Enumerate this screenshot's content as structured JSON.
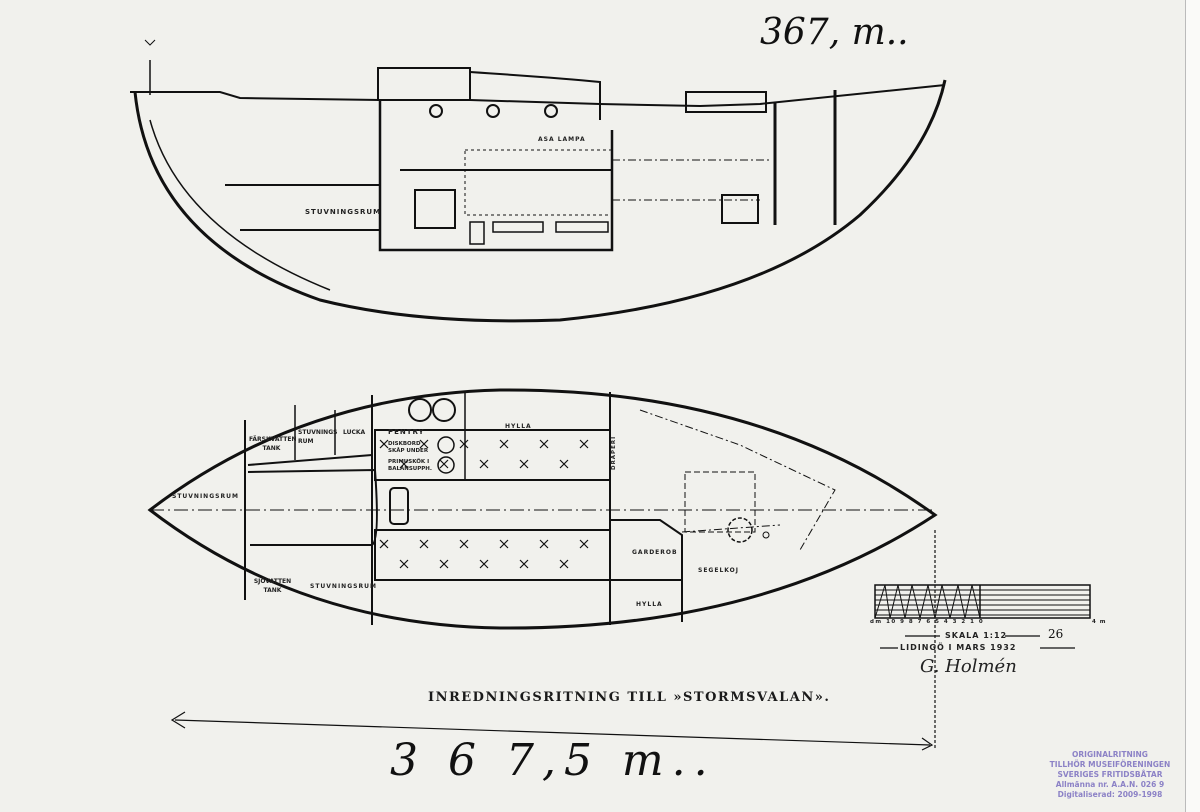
{
  "handwritten": {
    "top_length": "367, m..",
    "bottom_length": "3 6 7,5 m..",
    "scale_note": "26"
  },
  "title": "INREDNINGSRITNING TILL »STORMSVALAN».",
  "profile_labels": {
    "stowage": "STUVNINGSRUM",
    "lamp": "ASA LAMPA"
  },
  "plan_labels": {
    "fresh_water": "FÄRSKVATTEN TANK",
    "stowage_room": "STUVNINGS RUM",
    "hatch": "LUCKA",
    "galley": "PENTRY",
    "galley_note1": "DISKBORD SKÅP UNDER",
    "galley_note2": "PRIMUSKÖK I BALANSUPPH.",
    "stowage_fwd": "STUVNINGSRUM",
    "shelf_top": "HYLLA",
    "curtain": "DRAPERI",
    "wardrobe": "GARDEROB",
    "sail_berth": "SEGELKOJ",
    "sea_water": "SJÖVATTEN TANK",
    "stowage_bottom": "STUVNINGSRUM",
    "shelf_bottom": "HYLLA"
  },
  "scale": {
    "ticks": "dm 10 9 8 7 6 5 4 3 2 1 0",
    "end": "4 m",
    "label": "SKALA 1:12",
    "place_date": "LIDINGÖ I MARS 1932",
    "signature": "G. Holmén"
  },
  "stamp": {
    "line1": "ORIGINALRITNING",
    "line2": "TILLHÖR MUSEIFÖRENINGEN",
    "line3": "SVERIGES FRITIDSBÅTAR",
    "line4": "Allmänna nr. A.A.N. 026 9",
    "line5": "Digitaliserad: 2009-1998"
  }
}
